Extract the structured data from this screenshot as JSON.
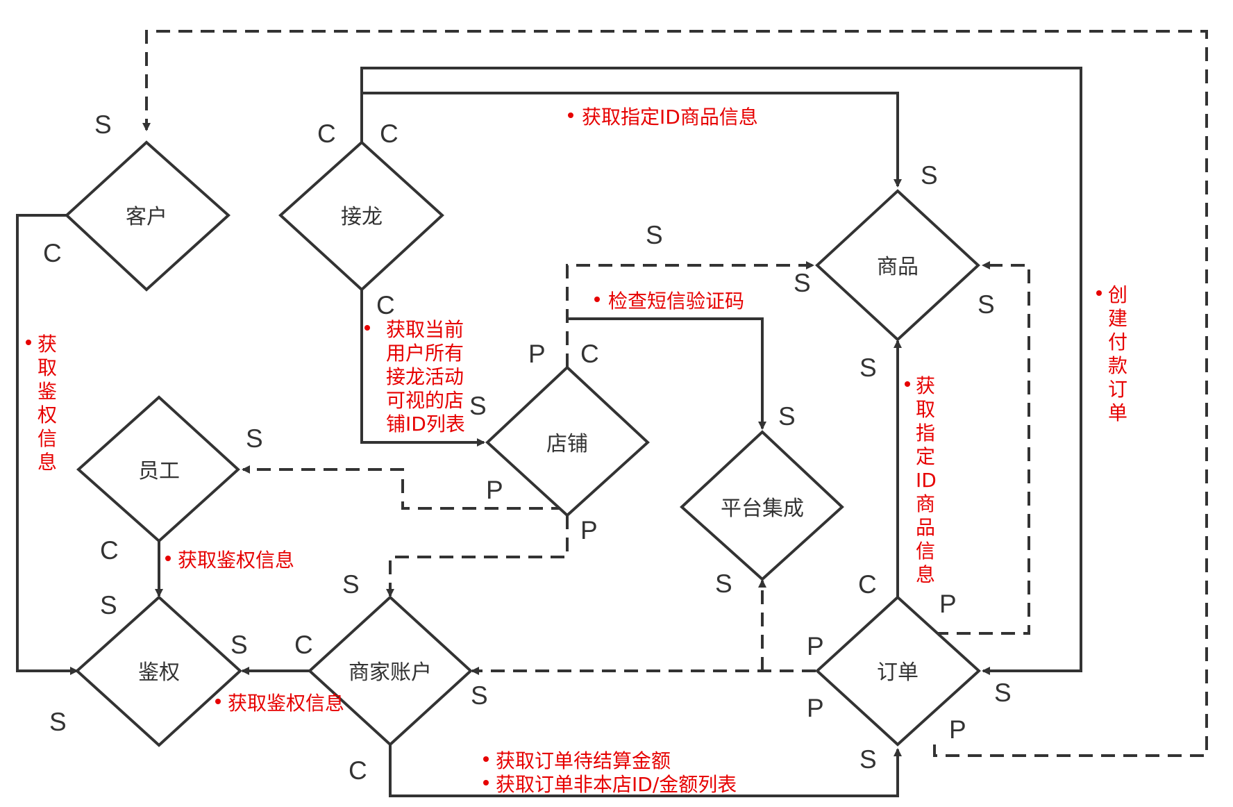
{
  "nodes": {
    "customer": "客户",
    "jielong": "接龙",
    "product": "商品",
    "store": "店铺",
    "employee": "员工",
    "platform": "平台集成",
    "auth": "鉴权",
    "merchant_account": "商家账户",
    "order": "订单"
  },
  "port_labels": {
    "customer_top_s": "S",
    "customer_left_c": "C",
    "jielong_top_c1": "C",
    "jielong_top_c2": "C",
    "jielong_bottom_c": "C",
    "product_top_s": "S",
    "product_top_s2": "S",
    "product_left_s": "S",
    "product_right_s": "S",
    "product_bottom_s": "S",
    "store_top_p": "P",
    "store_top_c": "C",
    "store_left_s": "S",
    "store_bottom_p1": "P",
    "store_bottom_p2": "P",
    "employee_right_s": "S",
    "employee_bottom_c": "C",
    "platform_top_s": "S",
    "platform_bottom_s": "S",
    "auth_top_s": "S",
    "auth_right_s": "S",
    "auth_bottom_s": "S",
    "merchant_top_s": "S",
    "merchant_left_c": "C",
    "merchant_right_s": "S",
    "merchant_bottom_c": "C",
    "order_top_c": "C",
    "order_top_p": "P",
    "order_left_p1": "P",
    "order_left_p2": "P",
    "order_right_s": "S",
    "order_bottom_p": "P",
    "order_bottom_s": "S"
  },
  "annotations": {
    "get_product_by_id": "获取指定ID商品信息",
    "check_sms_code": "检查短信验证码",
    "get_user_jielong_stores": [
      "获取当前",
      "用户所有",
      "接龙活动",
      "可视的店",
      "铺ID列表"
    ],
    "customer_auth": [
      "获",
      "取",
      "鉴",
      "权",
      "信",
      "息"
    ],
    "employee_auth": "获取鉴权信息",
    "merchant_auth": "获取鉴权信息",
    "order_product_by_id": [
      "获",
      "取",
      "指",
      "定",
      "ID",
      "商",
      "品",
      "信",
      "息"
    ],
    "create_payment_order": [
      "创",
      "建",
      "付",
      "款",
      "订",
      "单"
    ],
    "order_pending_amount": "获取订单待结算金额",
    "order_non_store_list": "获取订单非本店ID/金额列表"
  },
  "colors": {
    "stroke": "#333333",
    "annotation": "#e60000",
    "background": "#ffffff"
  }
}
